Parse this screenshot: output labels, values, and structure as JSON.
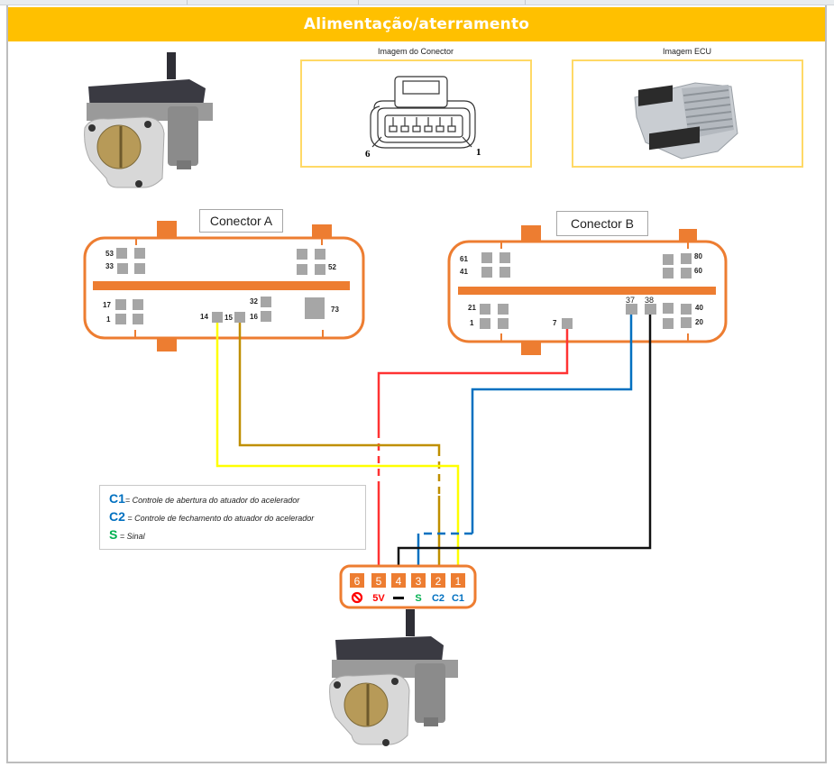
{
  "header": {
    "title": "Alimentação/aterramento"
  },
  "images": {
    "connector_caption": "Imagem do Conector",
    "ecu_caption": "Imagem ECU",
    "connector_pin_left": "6",
    "connector_pin_right": "1"
  },
  "connector_a": {
    "title": "Conector A",
    "labels": [
      "53",
      "33",
      "17",
      "1",
      "52",
      "32",
      "14",
      "15",
      "16",
      "73"
    ]
  },
  "connector_b": {
    "title": "Conector B",
    "labels": [
      "61",
      "41",
      "21",
      "1",
      "7",
      "37",
      "38",
      "80",
      "60",
      "40",
      "20"
    ]
  },
  "legend": {
    "items": [
      {
        "key": "C1",
        "text": "= Controle de abertura do atuador do acelerador",
        "color": "#0070c0"
      },
      {
        "key": "C2",
        "text": " = Controle de fechamento do atuador do acelerador",
        "color": "#0070c0"
      },
      {
        "key": "S",
        "text": " = Sinal",
        "color": "#00b050"
      }
    ]
  },
  "actuator_connector": {
    "pins": [
      {
        "number": "6",
        "label": "⊘",
        "label_name": "not-used",
        "color": "#ff0000"
      },
      {
        "number": "5",
        "label": "5V",
        "label_name": "5v",
        "color": "#ff0000"
      },
      {
        "number": "4",
        "label": "▬",
        "label_name": "ground",
        "color": "#000000"
      },
      {
        "number": "3",
        "label": "S",
        "label_name": "signal",
        "color": "#00b050"
      },
      {
        "number": "2",
        "label": "C2",
        "label_name": "c2",
        "color": "#0070c0"
      },
      {
        "number": "1",
        "label": "C1",
        "label_name": "c1",
        "color": "#0070c0"
      }
    ]
  },
  "wires": [
    {
      "name": "wire-5v",
      "from": "Conector B pino 7",
      "to": "pino 5",
      "color": "#ff3333"
    },
    {
      "name": "wire-ground",
      "from": "Conector B pino 38",
      "to": "pino 4",
      "color": "#111111"
    },
    {
      "name": "wire-signal",
      "from": "Conector B pino 37",
      "to": "pino 3",
      "color": "#0070c0"
    },
    {
      "name": "wire-c2",
      "from": "Conector A pino 15",
      "to": "pino 2",
      "color": "#bf8f00"
    },
    {
      "name": "wire-c1",
      "from": "Conector A pino 14",
      "to": "pino 1",
      "color": "#ffff00"
    }
  ],
  "colors": {
    "accent": "#ffc000",
    "connector": "#ed7d31",
    "pin": "#a6a6a6",
    "image_border": "#ffd966"
  }
}
